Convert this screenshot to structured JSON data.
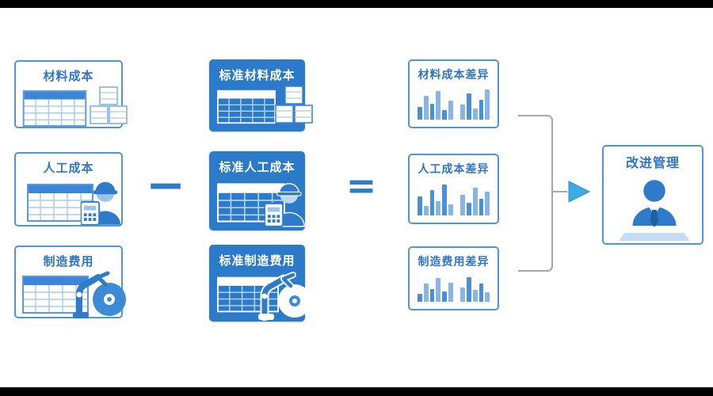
{
  "columns": {
    "actual": [
      {
        "label": "材料成本"
      },
      {
        "label": "人工成本"
      },
      {
        "label": "制造费用"
      }
    ],
    "standard": [
      {
        "label": "标准材料成本"
      },
      {
        "label": "标准人工成本"
      },
      {
        "label": "标准制造费用"
      }
    ],
    "variance": [
      {
        "label": "材料成本差异"
      },
      {
        "label": "人工成本差异"
      },
      {
        "label": "制造费用差异"
      }
    ]
  },
  "operators": {
    "minus": "−",
    "equals": "="
  },
  "result": {
    "label": "改进管理"
  },
  "colors": {
    "accent": "#2C7BCB",
    "box_border": "#4E95DB",
    "title_text": "#2E75C8",
    "bar_dark": "#4A90D9",
    "bar_light": "#85B6E6",
    "bracket": "#A6A6A6",
    "arrow": "#3BADE3"
  },
  "chart_data": [
    {
      "type": "bar",
      "name": "材料成本差异",
      "values": [
        38,
        72,
        50,
        88,
        30,
        58,
        0,
        46,
        80,
        34,
        62,
        92
      ],
      "ylim": [
        0,
        100
      ]
    },
    {
      "type": "bar",
      "name": "人工成本差异",
      "values": [
        55,
        28,
        75,
        42,
        90,
        33,
        0,
        60,
        38,
        82,
        48,
        70
      ],
      "ylim": [
        0,
        100
      ]
    },
    {
      "type": "bar",
      "name": "制造费用差异",
      "values": [
        30,
        65,
        45,
        85,
        38,
        70,
        0,
        52,
        90,
        42,
        66,
        35
      ],
      "ylim": [
        0,
        100
      ]
    }
  ]
}
